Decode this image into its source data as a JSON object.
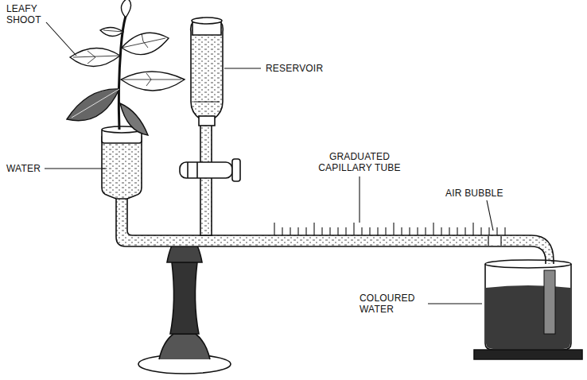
{
  "diagram": {
    "labels": [
      "LEAFY SHOOT",
      "RESERVOIR",
      "WATER",
      "GRADUATED CAPILLARY TUBE",
      "AIR BUBBLE",
      "COLOURED WATER"
    ]
  }
}
